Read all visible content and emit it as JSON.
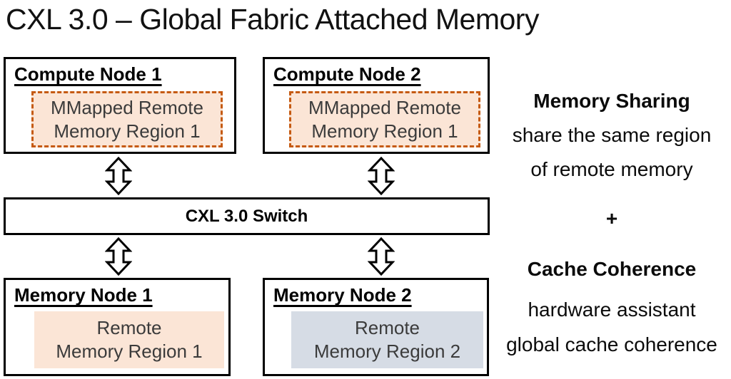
{
  "title": "CXL 3.0 – Global Fabric Attached Memory",
  "nodes": {
    "compute1": {
      "title": "Compute Node 1",
      "region_line1": "MMapped Remote",
      "region_line2": "Memory Region 1"
    },
    "compute2": {
      "title": "Compute Node 2",
      "region_line1": "MMapped Remote",
      "region_line2": "Memory Region 1"
    },
    "memory1": {
      "title": "Memory Node 1",
      "region_line1": "Remote",
      "region_line2": "Memory Region 1"
    },
    "memory2": {
      "title": "Memory Node 2",
      "region_line1": "Remote",
      "region_line2": "Memory Region 2"
    }
  },
  "switch": {
    "label": "CXL 3.0 Switch"
  },
  "annotations": {
    "memory_sharing_title": "Memory Sharing",
    "memory_sharing_desc1": "share the same region",
    "memory_sharing_desc2": "of remote memory",
    "plus": "+",
    "cache_coherence_title": "Cache Coherence",
    "cache_coherence_desc1": "hardware assistant",
    "cache_coherence_desc2": "global cache coherence"
  },
  "icons": {
    "connector": "up-down-arrow-icon"
  },
  "colors": {
    "orange_region_fill": "#FBE5D6",
    "orange_region_border": "#C55A11",
    "blue_region_fill": "#D6DCE5",
    "memory_sharing_green": "#538135",
    "cache_coherence_gold": "#BF9000",
    "box_border_black": "#000000"
  }
}
